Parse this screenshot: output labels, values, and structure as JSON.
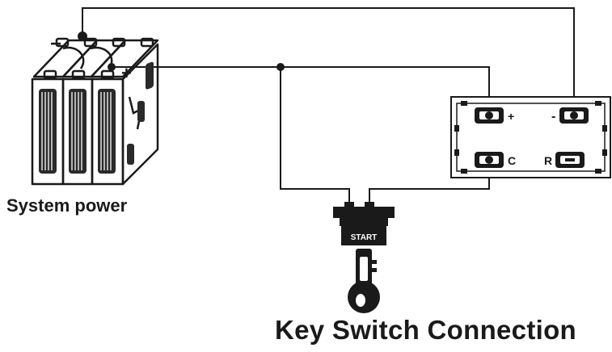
{
  "battery": {
    "caption": "System power",
    "minus_label": "−",
    "plus_label": "+"
  },
  "module": {
    "terminal_plus": "+",
    "terminal_minus": "-",
    "terminal_c": "C",
    "terminal_r": "R"
  },
  "key_switch": {
    "start_label": "START"
  },
  "title": "Key Switch Connection"
}
